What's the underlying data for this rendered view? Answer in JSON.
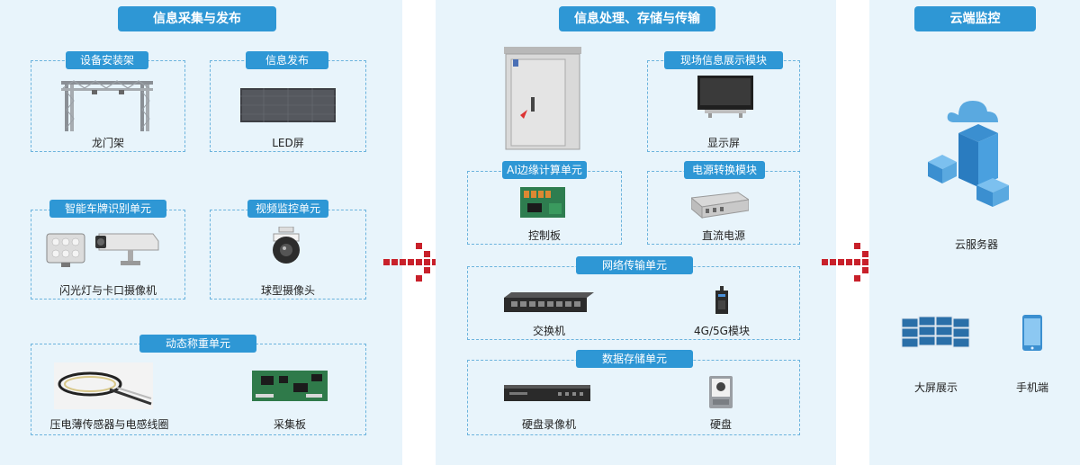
{
  "left": {
    "title": "信息采集与发布",
    "gantry": {
      "title": "设备安装架",
      "item": "龙门架"
    },
    "publish": {
      "title": "信息发布",
      "item": "LED屏"
    },
    "plate": {
      "title": "智能车牌识别单元",
      "item": "闪光灯与卡口摄像机"
    },
    "video": {
      "title": "视频监控单元",
      "item": "球型摄像头"
    },
    "weigh": {
      "title": "动态称重单元",
      "item1": "压电薄传感器与电感线圈",
      "item2": "采集板"
    }
  },
  "middle": {
    "title": "信息处理、存储与传输",
    "display": {
      "title": "现场信息展示模块",
      "item": "显示屏"
    },
    "edge": {
      "title": "AI边缘计算单元",
      "item": "控制板"
    },
    "power": {
      "title": "电源转换模块",
      "item": "直流电源"
    },
    "network": {
      "title": "网络传输单元",
      "item1": "交换机",
      "item2": "4G/5G模块"
    },
    "storage": {
      "title": "数据存储单元",
      "item1": "硬盘录像机",
      "item2": "硬盘"
    }
  },
  "right": {
    "title": "云端监控",
    "server": "云服务器",
    "bigscreen": "大屏展示",
    "mobile": "手机端"
  },
  "colors": {
    "accent": "#2e97d5",
    "arrow": "#c8202a",
    "panel": "#e8f4fb"
  }
}
